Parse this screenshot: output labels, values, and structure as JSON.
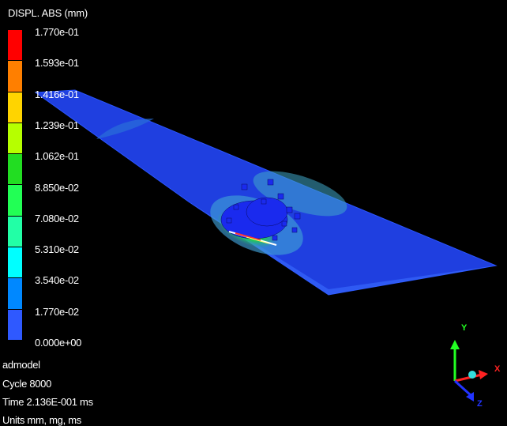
{
  "legend": {
    "title": "DISPL. ABS (mm)",
    "colors": [
      "#ff0000",
      "#ff7f00",
      "#ffd400",
      "#b6ff00",
      "#22dd22",
      "#22ff55",
      "#22ffa6",
      "#00ffff",
      "#0088ff",
      "#2f59ff"
    ],
    "values": [
      "1.770e-01",
      "1.593e-01",
      "1.416e-01",
      "1.239e-01",
      "1.062e-01",
      "8.850e-02",
      "7.080e-02",
      "5.310e-02",
      "3.540e-02",
      "1.770e-02",
      "0.000e+00"
    ]
  },
  "info": {
    "model": "admodel",
    "cycle": "Cycle 8000",
    "time": "Time 2.136E-001 ms",
    "units": "Units mm, mg, ms"
  },
  "axes": {
    "x": "X",
    "y": "Y",
    "z": "Z",
    "x_color": "#ff2222",
    "y_color": "#22ff22",
    "z_color": "#2233ff"
  }
}
